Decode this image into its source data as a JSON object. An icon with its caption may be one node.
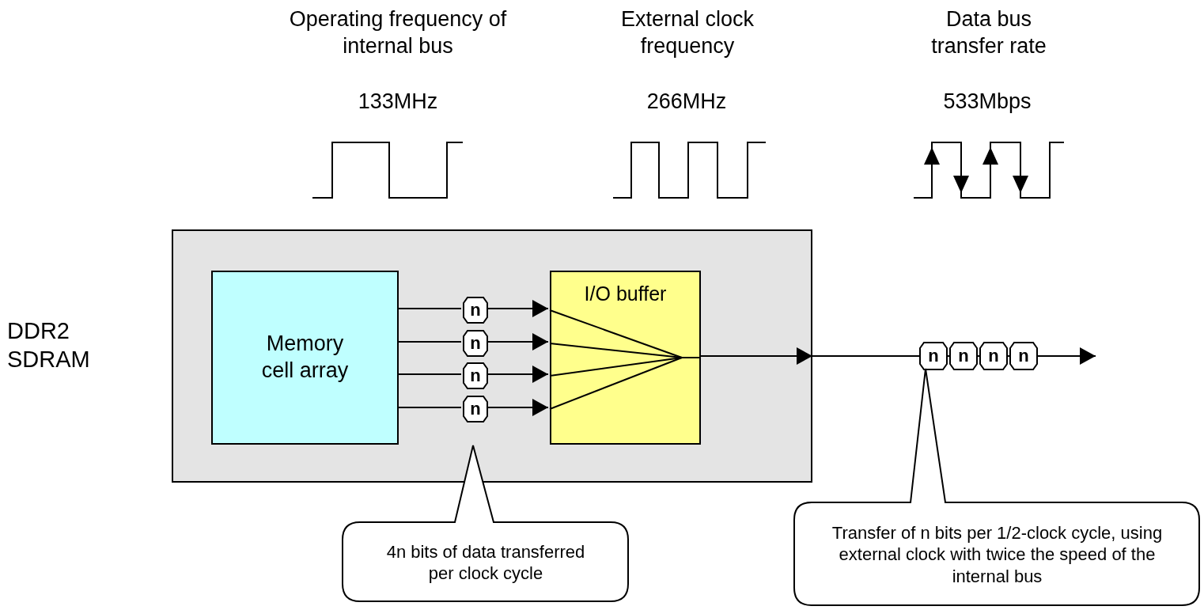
{
  "diagram": {
    "nodes": [
      {
        "text": [
          "DDR2 SDRAM"
        ]
      },
      {
        "text": [
          "Memory cell array"
        ],
        "in": 0
      },
      {
        "text": [
          "I/O buffer"
        ],
        "in": 0
      },
      {
        "text": [
          "n"
        ],
        "in": 0
      },
      {
        "text": [
          "n"
        ],
        "in": 0
      },
      {
        "text": [
          "n"
        ],
        "in": 0
      },
      {
        "text": [
          "n"
        ],
        "in": 0
      },
      {
        "text": [
          "n"
        ]
      },
      {
        "text": [
          "n"
        ]
      },
      {
        "text": [
          "n"
        ]
      },
      {
        "text": [
          "n"
        ]
      },
      {
        "text": [
          "4n bits of data transferred per clock cycle"
        ]
      },
      {
        "text": [
          "Transfer of n bits per 1/2-clock cycle, using external clock with twice the speed of the internal bus"
        ]
      }
    ],
    "edges": [
      {
        "from": 1,
        "to": 3,
        "arrow": "none"
      },
      {
        "from": 3,
        "to": 2,
        "arrow": "to"
      },
      {
        "from": 1,
        "to": 4,
        "arrow": "none"
      },
      {
        "from": 4,
        "to": 2,
        "arrow": "to"
      },
      {
        "from": 1,
        "to": 5,
        "arrow": "none"
      },
      {
        "from": 5,
        "to": 2,
        "arrow": "to"
      },
      {
        "from": 1,
        "to": 6,
        "arrow": "none"
      },
      {
        "from": 6,
        "to": 2,
        "arrow": "to"
      },
      {
        "from": 2,
        "to": null,
        "arrow": "to"
      }
    ],
    "labels": [
      "Operating frequency of internal bus",
      "133MHz",
      "External clock frequency",
      "266MHz",
      "Data bus transfer rate",
      "533Mbps"
    ]
  }
}
